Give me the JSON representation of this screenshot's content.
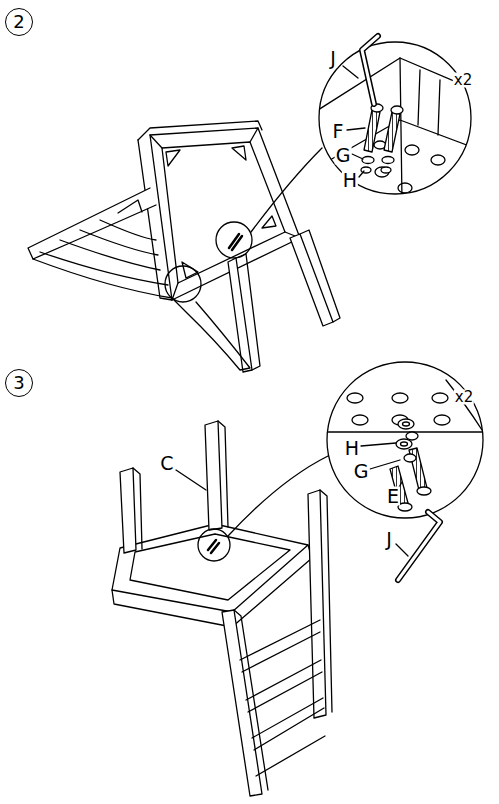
{
  "diagram": {
    "nodes": [
      {
        "text": [
          "2"
        ]
      },
      {
        "text": [
          "3"
        ]
      }
    ],
    "labels": [
      "J",
      "x2",
      "F",
      "G",
      "H",
      "C",
      "x2",
      "H",
      "G",
      "E",
      "J"
    ]
  }
}
